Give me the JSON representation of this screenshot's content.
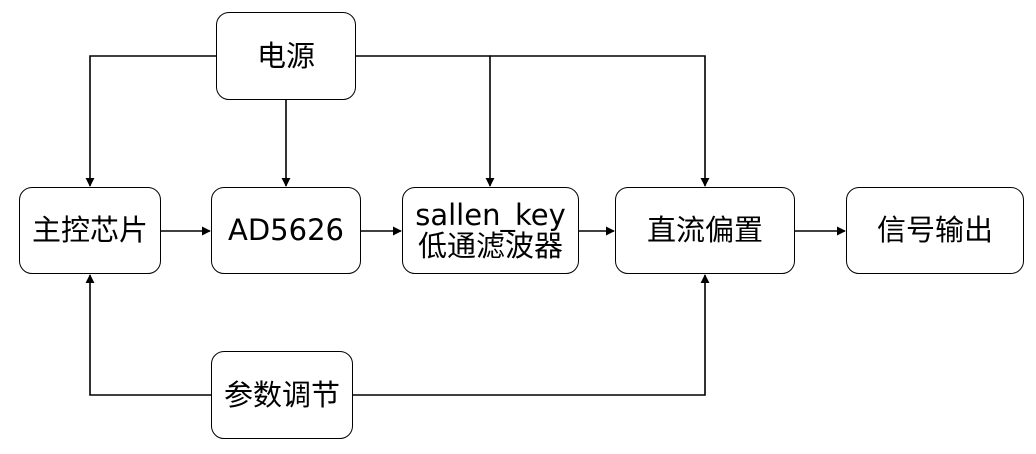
{
  "diagram": {
    "nodes": {
      "power": {
        "label": "电源"
      },
      "mcu": {
        "label": "主控芯片"
      },
      "dac": {
        "label": "AD5626"
      },
      "filter": {
        "line1": "sallen_key",
        "line2": "低通滤波器"
      },
      "bias": {
        "label": "直流偏置"
      },
      "output": {
        "label": "信号输出"
      },
      "params": {
        "label": "参数调节"
      }
    },
    "edges": [
      {
        "from": "power",
        "to": "mcu"
      },
      {
        "from": "power",
        "to": "dac"
      },
      {
        "from": "power",
        "to": "filter"
      },
      {
        "from": "power",
        "to": "bias"
      },
      {
        "from": "mcu",
        "to": "dac"
      },
      {
        "from": "dac",
        "to": "filter"
      },
      {
        "from": "filter",
        "to": "bias"
      },
      {
        "from": "bias",
        "to": "output"
      },
      {
        "from": "params",
        "to": "mcu"
      },
      {
        "from": "params",
        "to": "bias"
      }
    ],
    "colors": {
      "stroke": "#000000",
      "fill": "#ffffff",
      "text": "#000000"
    }
  }
}
